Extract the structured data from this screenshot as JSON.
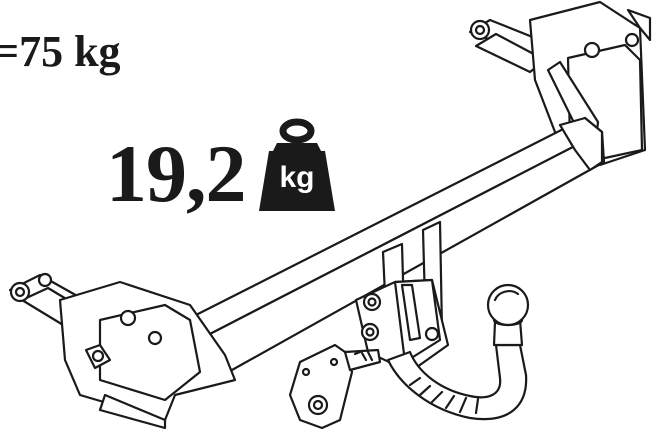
{
  "load": {
    "text": "=75 kg"
  },
  "weight": {
    "value": "19,2",
    "unit_label": "kg"
  },
  "icons": {
    "weight": "weight-icon"
  },
  "colors": {
    "ink": "#1a1a1a",
    "paper": "#ffffff"
  }
}
